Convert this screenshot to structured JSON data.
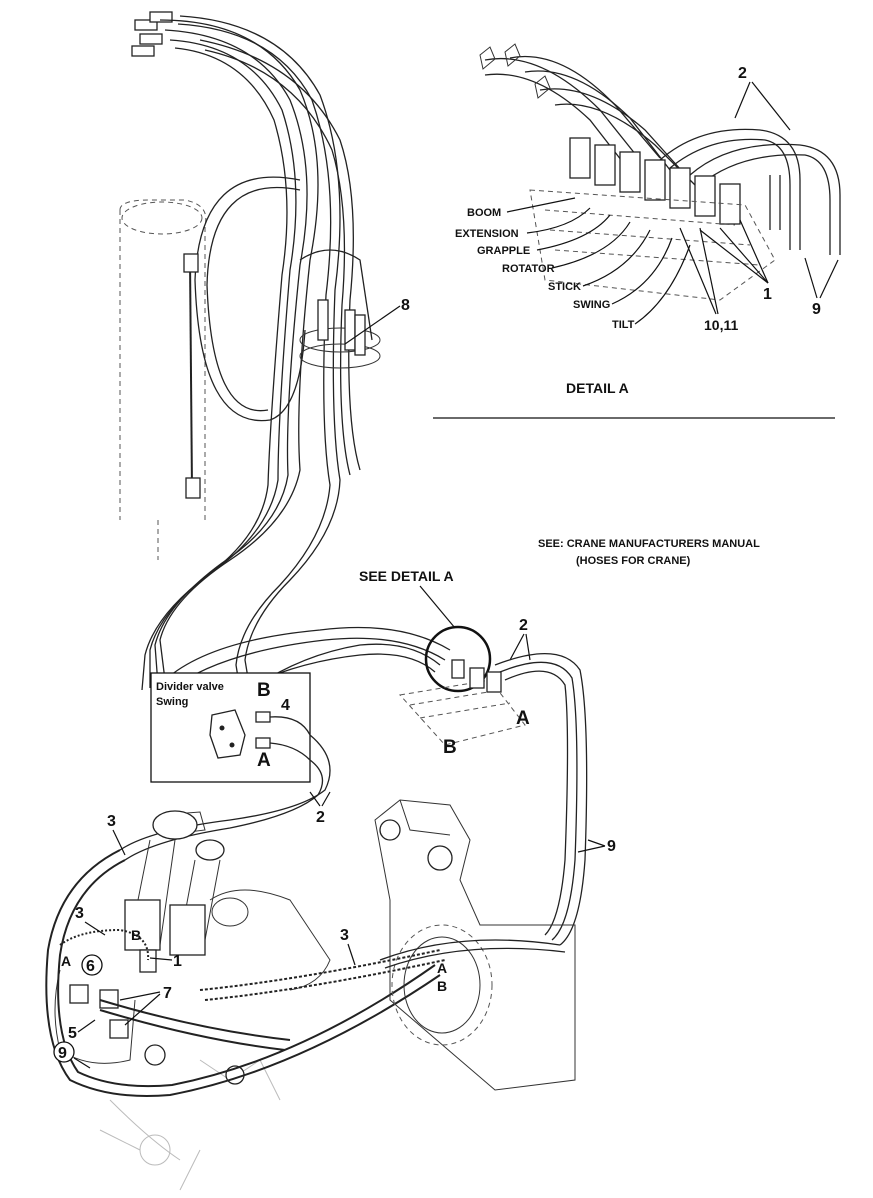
{
  "detail_a": {
    "title": "DETAIL A",
    "functions": [
      "BOOM",
      "EXTENSION",
      "GRAPPLE",
      "ROTATOR",
      "STICK",
      "SWING",
      "TILT"
    ],
    "callouts": [
      "2",
      "1",
      "9",
      "10,11"
    ]
  },
  "note": {
    "line1": "SEE: CRANE MANUFACTURERS MANUAL",
    "line2": "(HOSES FOR CRANE)"
  },
  "see_detail": "SEE DETAIL A",
  "divider_box": {
    "title_line1": "Divider valve",
    "title_line2": "Swing",
    "port_b": "B",
    "port_a": "A",
    "callout": "4"
  },
  "callouts": {
    "c8": "8",
    "c2_manifold": "2",
    "c2_divider": "2",
    "c9_right": "9",
    "c3_upper": "3",
    "c3_left": "3",
    "c3_bottom": "3",
    "c1": "1",
    "c6": "6",
    "c7": "7",
    "c5": "5",
    "c9_left": "9",
    "port_a_manifold": "A",
    "port_b_manifold": "B",
    "port_a_cyl": "A",
    "port_b_cyl": "B",
    "port_a_rotor": "A",
    "port_b_rotor": "B"
  }
}
